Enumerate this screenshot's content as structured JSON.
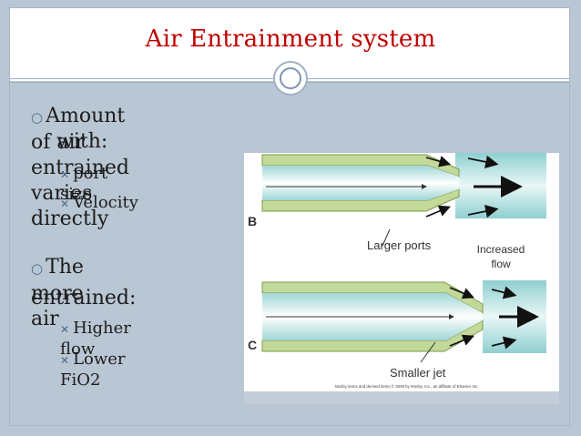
{
  "slide": {
    "title": "Air Entrainment system",
    "bullets": {
      "b1_line1": "Amount of air entrained varies directly",
      "b1_line2": "with:",
      "sub1": "port size",
      "sub2": "Velocity",
      "b2_line1": "The more air",
      "b2_line2": "entrained:",
      "sub3": "Higher flow",
      "sub4": "Lower FiO2"
    },
    "markers": {
      "level1": "○",
      "level2": "✕"
    }
  },
  "figure": {
    "label_b": "B",
    "label_c": "C",
    "larger_ports": "Larger ports",
    "increased": "Increased",
    "flow": "flow",
    "smaller_jet": "Smaller jet",
    "copyright": "Mosby items and derived items © 2009 by Mosby, Inc., an affiliate of Elsevier Inc."
  },
  "colors": {
    "title": "#c00000",
    "background": "#b9c6d3",
    "nozzle_fill": "#c3d99a",
    "tube_fill": "#b9e3e2"
  }
}
